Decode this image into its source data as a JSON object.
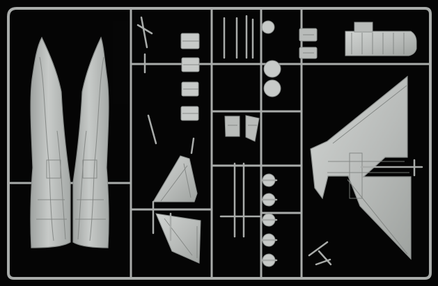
{
  "image": {
    "subject": "",
    "palette": {
      "background": "#050505",
      "plastic_main": "#b9bcba",
      "plastic_highlight": "#c7cac8",
      "plastic_shadow": "#8f9391",
      "runner": "#a9acaa"
    }
  },
  "parts": {
    "fuselage_halves": 2,
    "main_wing": 1,
    "tail_fins": 2,
    "round_parts": 8,
    "small_panels": 4
  }
}
